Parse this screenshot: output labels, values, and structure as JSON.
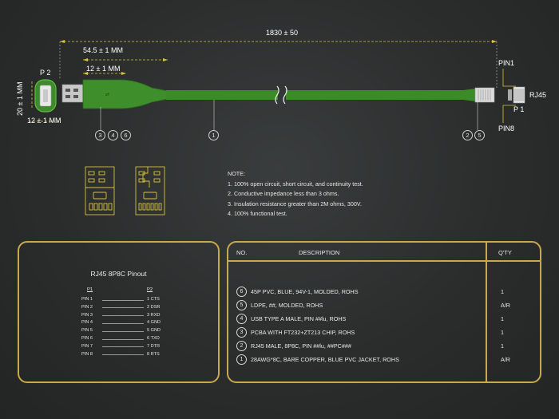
{
  "dimensions": {
    "overall_length": "1830 ± 50",
    "molded_length": "54.5 ± 1 MM",
    "usb_body_length": "12 ± 1 MM",
    "usb_height": "20 ± 1 MM",
    "usb_width": "12 ± 1 MM"
  },
  "labels": {
    "p2": "P 2",
    "pin1": "PIN1",
    "pin8": "PIN8",
    "rj45": "RJ45",
    "p1": "P 1"
  },
  "callouts": {
    "left": [
      "3",
      "4",
      "6"
    ],
    "cable": "1",
    "right": [
      "2",
      "5"
    ]
  },
  "notes": {
    "title": "NOTE:",
    "items": [
      "1. 100% open circuit, short circuit, and continuity test.",
      "2. Conductive impedance less than 3 ohms.",
      "3. Insulation resistance greater than 2M ohms, 300V.",
      "4. 100% functional test."
    ]
  },
  "pinout": {
    "title": "RJ45 8P8C Pinout",
    "col_p1": "P1",
    "col_p2": "P2",
    "rows": [
      {
        "left": "PIN 1",
        "right": "1  CTS"
      },
      {
        "left": "PIN 2",
        "right": "2  DSR"
      },
      {
        "left": "PIN 3",
        "right": "3  RXD"
      },
      {
        "left": "PIN 4",
        "right": "4  GND"
      },
      {
        "left": "PIN 5",
        "right": "5  GND"
      },
      {
        "left": "PIN 6",
        "right": "6  TXD"
      },
      {
        "left": "PIN 7",
        "right": "7  DTR"
      },
      {
        "left": "PIN 8",
        "right": "8  RTS"
      }
    ]
  },
  "bom": {
    "col_no": "NO.",
    "col_desc": "DESCRIPTION",
    "col_qty": "Q'TY",
    "rows": [
      {
        "no": "6",
        "desc": "45P PVC, BLUE, 94V-1, MOLDED, ROHS",
        "qty": "1"
      },
      {
        "no": "5",
        "desc": "LDPE, ##, MOLDED, ROHS",
        "qty": "A/R"
      },
      {
        "no": "4",
        "desc": "USB TYPE A MALE, PIN ##lu, ROHS",
        "qty": "1"
      },
      {
        "no": "3",
        "desc": "PCBA WITH FT232+ZT213 CHIP, ROHS",
        "qty": "1"
      },
      {
        "no": "2",
        "desc": "RJ45 MALE, 8P8C, PIN ##lu, ##PC###",
        "qty": "1"
      },
      {
        "no": "1",
        "desc": "28AWG*8C, BARE COPPER, BLUE PVC JACKET, ROHS",
        "qty": "A/R"
      }
    ]
  }
}
